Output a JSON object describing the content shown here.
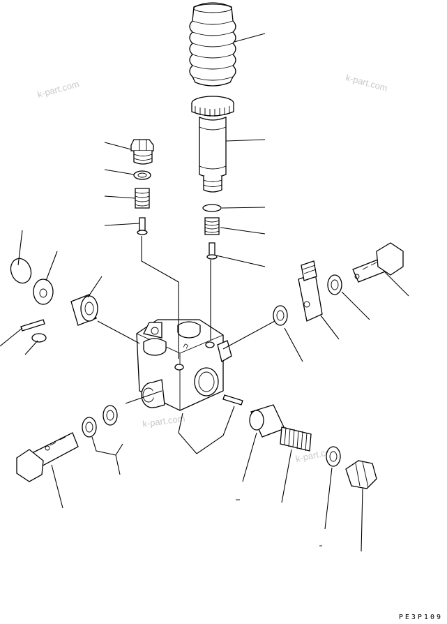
{
  "diagram": {
    "drawing_code": "PE3P109",
    "watermarks": [
      "k-part.com",
      "k-part.com",
      "k-part.com",
      "k-part.com"
    ]
  }
}
